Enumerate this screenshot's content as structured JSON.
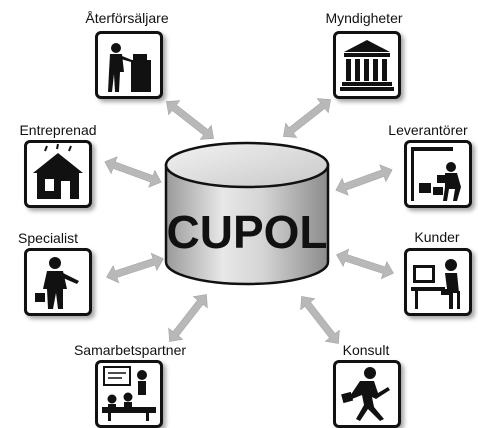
{
  "center": {
    "label": "CUPOL"
  },
  "nodes": [
    {
      "label": "Återförsäljare",
      "icon": "salesperson-counter-icon"
    },
    {
      "label": "Myndigheter",
      "icon": "government-building-icon"
    },
    {
      "label": "Entreprenad",
      "icon": "house-construction-icon"
    },
    {
      "label": "Leverantörer",
      "icon": "delivery-worker-icon"
    },
    {
      "label": "Specialist",
      "icon": "businessman-briefcase-icon"
    },
    {
      "label": "Kunder",
      "icon": "person-at-computer-icon"
    },
    {
      "label": "Samarbetspartner",
      "icon": "team-meeting-icon"
    },
    {
      "label": "Konsult",
      "icon": "running-businessman-icon"
    }
  ],
  "colors": {
    "arrow": "#b8b8b8",
    "outline": "#111111",
    "cylinder_light": "#e6e6e6",
    "cylinder_dark": "#a0a0a0"
  }
}
